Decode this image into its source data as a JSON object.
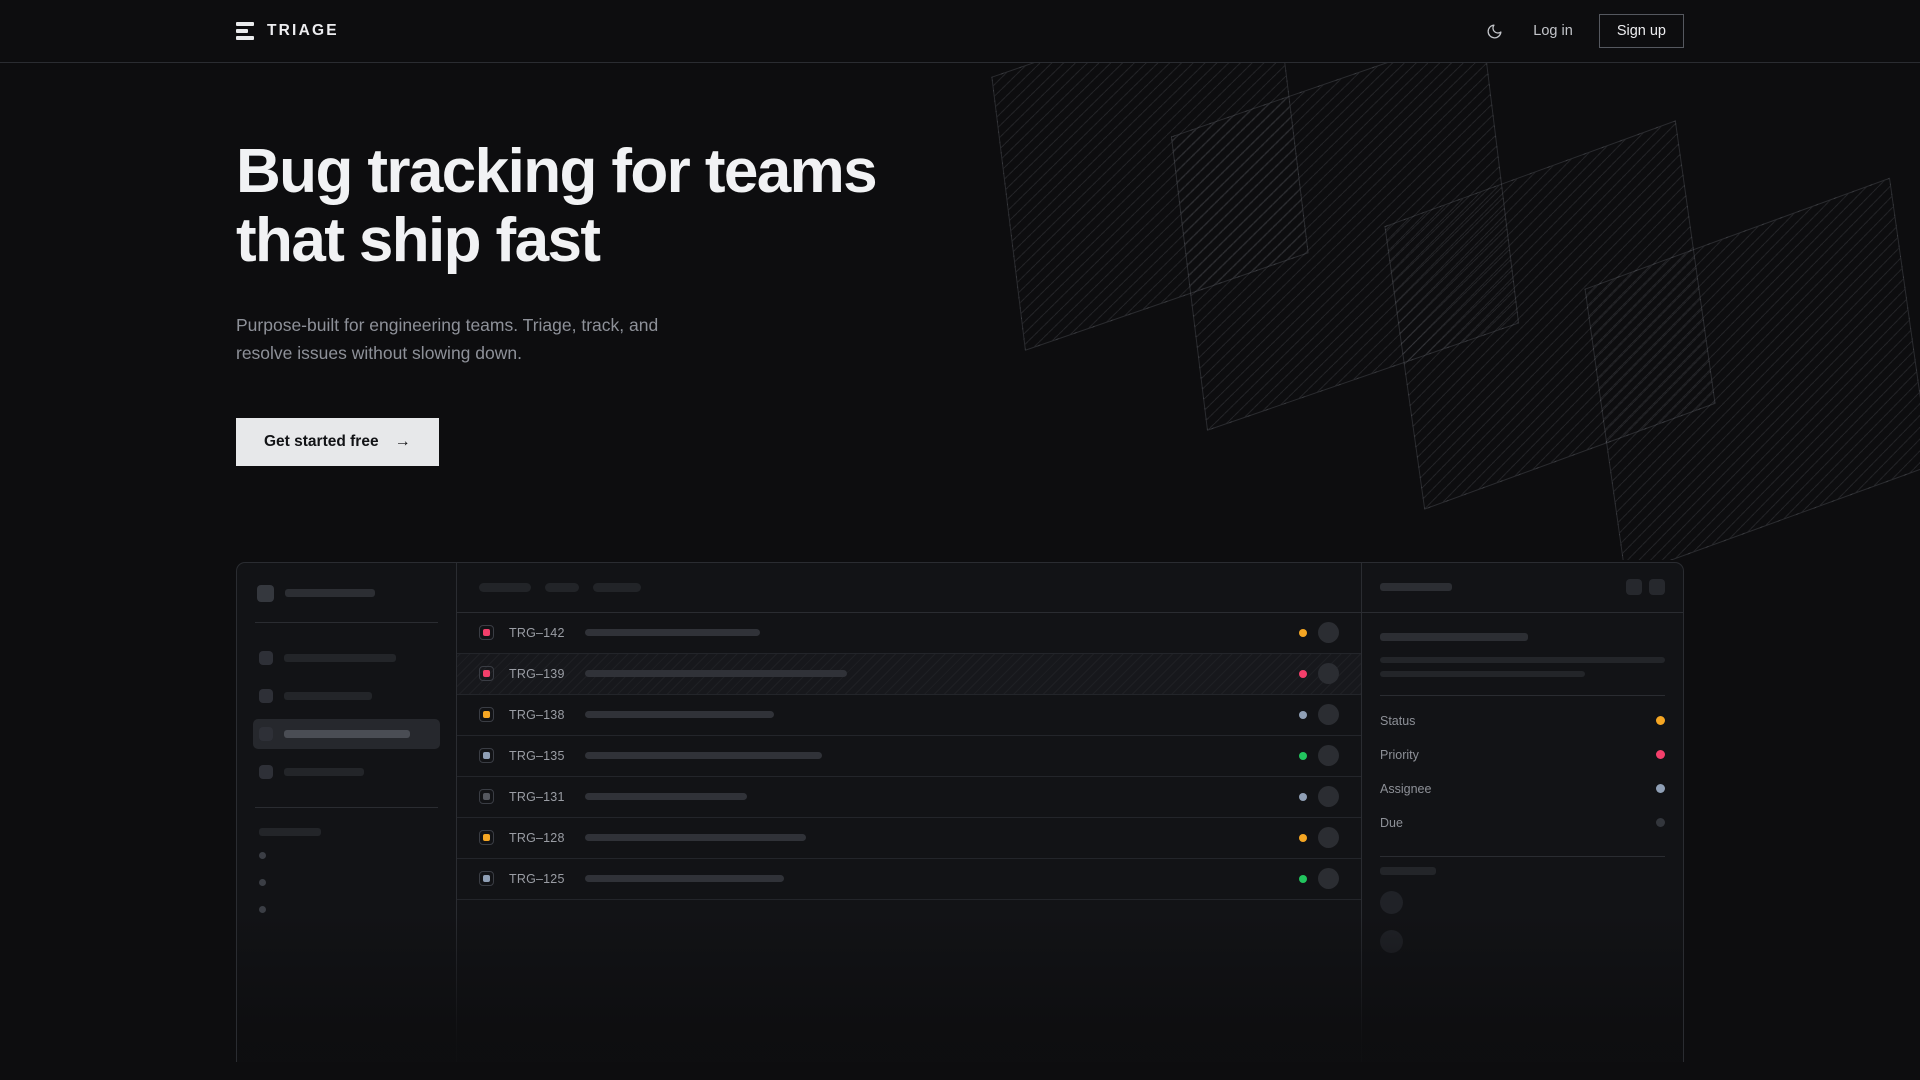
{
  "theme": {
    "background": "#0d0d0f",
    "panel": "#121316",
    "border": "#2a2c31",
    "text_primary": "#f1f2f4",
    "text_muted": "#8e9199",
    "cta_background": "#e7e8ea",
    "cta_text": "#121316"
  },
  "header": {
    "brand_name": "TRIAGE",
    "brand_icon": "stacked-bars-logo-icon",
    "theme_toggle_icon": "moon-icon",
    "login_label": "Log in",
    "signup_label": "Sign up"
  },
  "hero": {
    "heading_line1": "Bug tracking for teams",
    "heading_line2": "that ship fast",
    "subheading_line1": "Purpose-built for engineering teams. Triage, track, and",
    "subheading_line2": "resolve issues without slowing down.",
    "cta_label": "Get started free",
    "cta_arrow": "→"
  },
  "mockup": {
    "sidebar": {
      "nav_items": [
        {
          "active": false
        },
        {
          "active": false
        },
        {
          "active": true
        },
        {
          "active": false
        }
      ],
      "sub_items": 3
    },
    "list": {
      "toolbar_chips": [
        52,
        34,
        48
      ],
      "rows": [
        {
          "id": "TRG–142",
          "badge_color": "#f43f6b",
          "state_color": "#f5a623",
          "title_width": 175,
          "selected": false
        },
        {
          "id": "TRG–139",
          "badge_color": "#f43f6b",
          "state_color": "#f43f6b",
          "title_width": 262,
          "selected": true
        },
        {
          "id": "TRG–138",
          "badge_color": "#f5a623",
          "state_color": "#8f9fb5",
          "title_width": 189,
          "selected": false
        },
        {
          "id": "TRG–135",
          "badge_color": "#8f9fb5",
          "state_color": "#22c55e",
          "title_width": 237,
          "selected": false
        },
        {
          "id": "TRG–131",
          "badge_color": "#55585f",
          "state_color": "#8f9fb5",
          "title_width": 162,
          "selected": false
        },
        {
          "id": "TRG–128",
          "badge_color": "#f5a623",
          "state_color": "#f5a623",
          "title_width": 221,
          "selected": false
        },
        {
          "id": "TRG–125",
          "badge_color": "#8f9fb5",
          "state_color": "#22c55e",
          "title_width": 199,
          "selected": false
        }
      ]
    },
    "detail": {
      "header_buttons": 2,
      "meta": [
        {
          "label": "Status",
          "color": "#f5a623"
        },
        {
          "label": "Priority",
          "color": "#f43f6b"
        },
        {
          "label": "Assignee",
          "color": "#8f9fb5"
        },
        {
          "label": "Due",
          "color": "#33363c"
        }
      ],
      "comment_avatars": 2
    }
  }
}
